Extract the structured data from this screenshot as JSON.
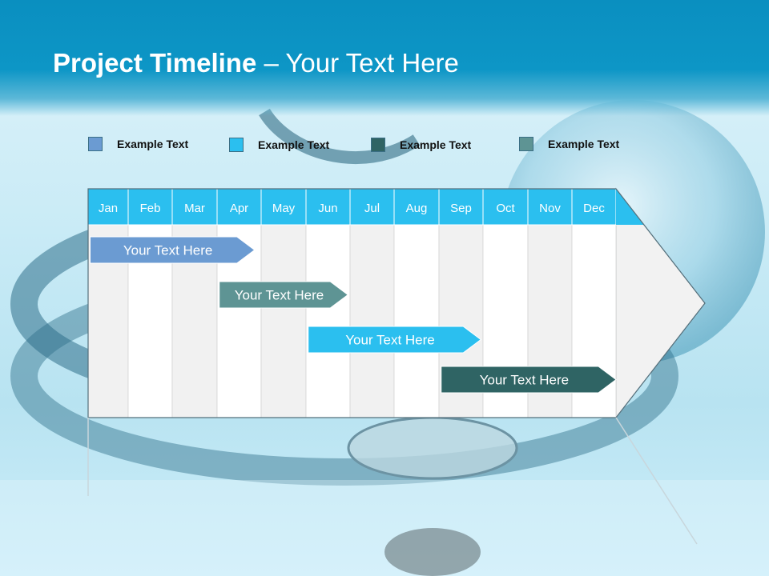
{
  "header": {
    "title_bold": "Project Timeline",
    "title_sep": " – ",
    "title_rest": "Your Text Here"
  },
  "legend": [
    {
      "label": "Example Text",
      "color": "#6b9bd2"
    },
    {
      "label": "Example Text",
      "color": "#2bbfef"
    },
    {
      "label": "Example Text",
      "color": "#2f6464"
    },
    {
      "label": "Example Text",
      "color": "#5e9494"
    }
  ],
  "timeline": {
    "months": [
      "Jan",
      "Feb",
      "Mar",
      "Apr",
      "May",
      "Jun",
      "Jul",
      "Aug",
      "Sep",
      "Oct",
      "Nov",
      "Dec"
    ],
    "header_color": "#2bbfef",
    "tasks": [
      {
        "label": "Your  Text Here",
        "start_month": 0.05,
        "end_month": 3.85,
        "color": "#6b9bd2"
      },
      {
        "label": "Your  Text Here",
        "start_month": 3.05,
        "end_month": 5.95,
        "color": "#5e9494"
      },
      {
        "label": "Your  Text Here",
        "start_month": 5.05,
        "end_month": 8.95,
        "color": "#2bbfef"
      },
      {
        "label": "Your  Text Here",
        "start_month": 8.05,
        "end_month": 12.0,
        "color": "#2f6464"
      }
    ]
  }
}
